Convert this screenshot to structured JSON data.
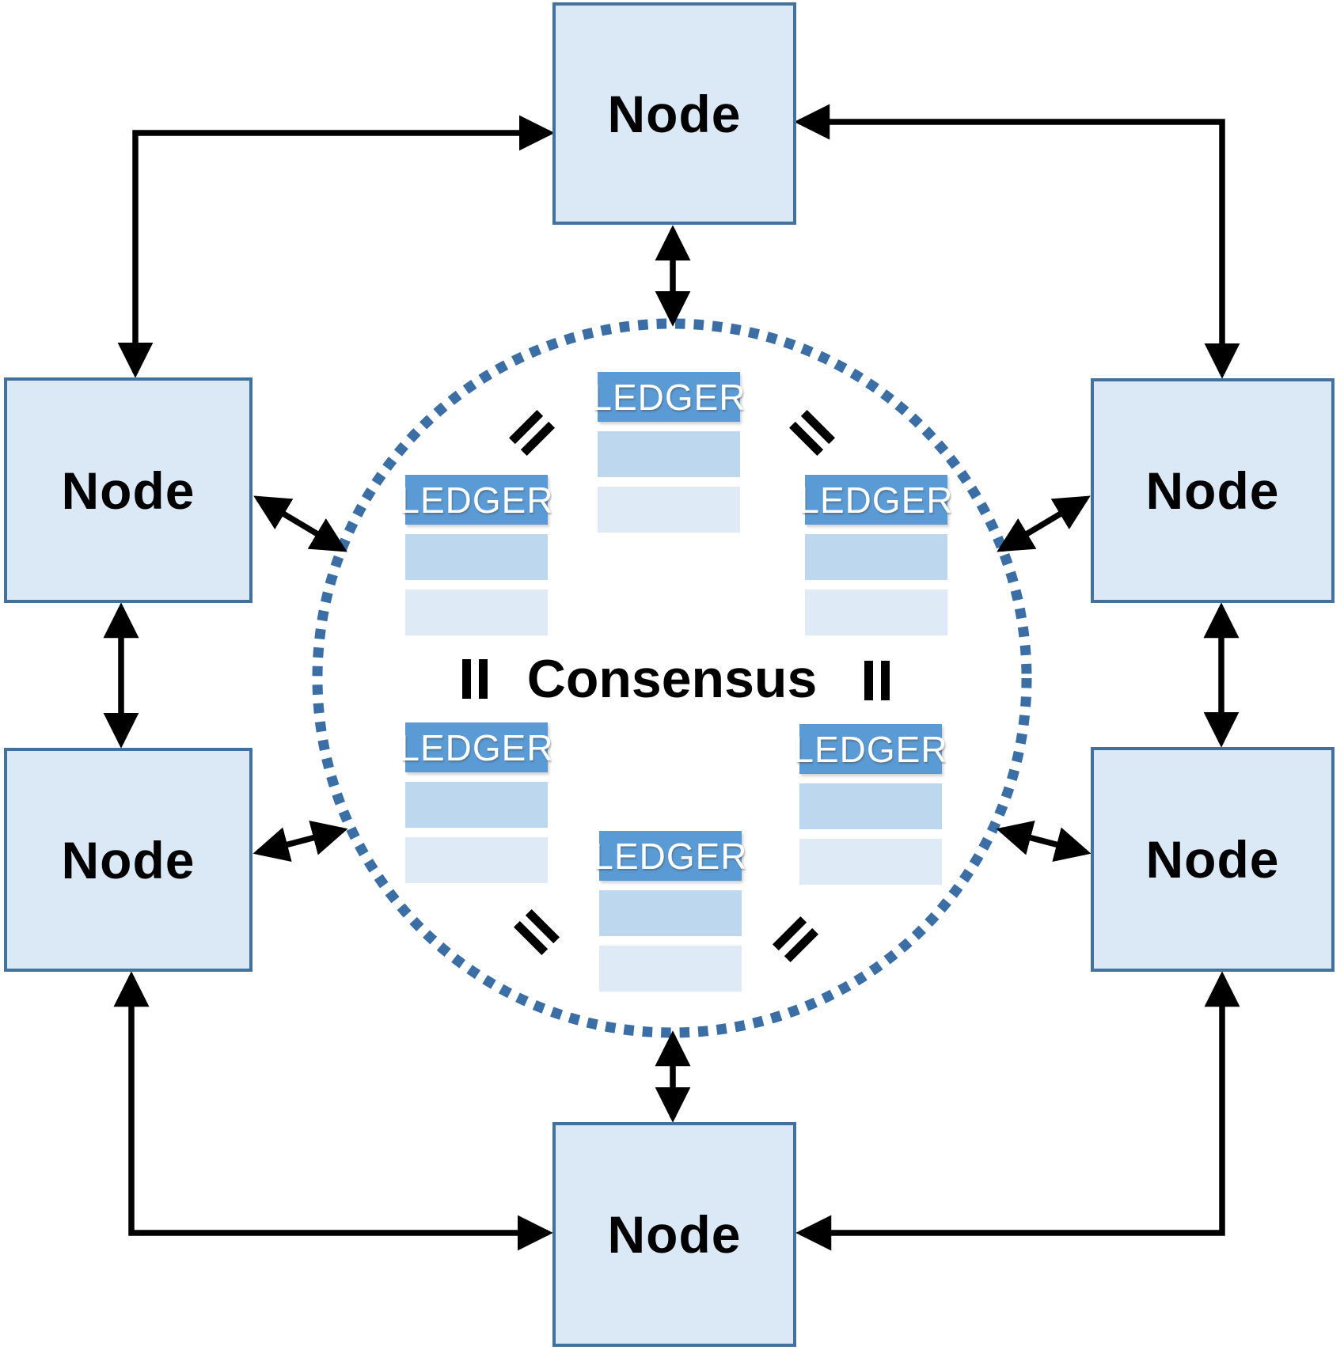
{
  "diagram": {
    "consensus_label": "Consensus",
    "nodes": [
      {
        "id": "node-top",
        "label": "Node"
      },
      {
        "id": "node-left-upper",
        "label": "Node"
      },
      {
        "id": "node-left-lower",
        "label": "Node"
      },
      {
        "id": "node-right-upper",
        "label": "Node"
      },
      {
        "id": "node-right-lower",
        "label": "Node"
      },
      {
        "id": "node-bottom",
        "label": "Node"
      }
    ],
    "ledgers": [
      {
        "id": "ledger-top",
        "label": "LEDGER",
        "rows": 2
      },
      {
        "id": "ledger-left-upper",
        "label": "LEDGER",
        "rows": 2
      },
      {
        "id": "ledger-right-upper",
        "label": "LEDGER",
        "rows": 2
      },
      {
        "id": "ledger-left-lower",
        "label": "LEDGER",
        "rows": 2
      },
      {
        "id": "ledger-right-lower",
        "label": "LEDGER",
        "rows": 2
      },
      {
        "id": "ledger-bottom",
        "label": "LEDGER",
        "rows": 2
      }
    ],
    "equivalence_marks": 6,
    "edges": [
      {
        "from": "node-left-upper",
        "to": "node-top",
        "style": "elbow",
        "bidirectional": true
      },
      {
        "from": "node-right-upper",
        "to": "node-top",
        "style": "elbow",
        "bidirectional": true
      },
      {
        "from": "node-left-upper",
        "to": "node-left-lower",
        "style": "straight",
        "bidirectional": true
      },
      {
        "from": "node-right-upper",
        "to": "node-right-lower",
        "style": "straight",
        "bidirectional": true
      },
      {
        "from": "node-left-lower",
        "to": "node-bottom",
        "style": "elbow",
        "bidirectional": true
      },
      {
        "from": "node-right-lower",
        "to": "node-bottom",
        "style": "elbow",
        "bidirectional": true
      },
      {
        "from": "node-top",
        "to": "consensus-ring",
        "style": "straight",
        "bidirectional": true
      },
      {
        "from": "node-bottom",
        "to": "consensus-ring",
        "style": "straight",
        "bidirectional": true
      },
      {
        "from": "node-left-upper",
        "to": "consensus-ring",
        "style": "straight",
        "bidirectional": true
      },
      {
        "from": "node-left-lower",
        "to": "consensus-ring",
        "style": "straight",
        "bidirectional": true
      },
      {
        "from": "node-right-upper",
        "to": "consensus-ring",
        "style": "straight",
        "bidirectional": true
      },
      {
        "from": "node-right-lower",
        "to": "consensus-ring",
        "style": "straight",
        "bidirectional": true
      }
    ],
    "colors": {
      "node_fill": "#dbe8f6",
      "node_border": "#41719c",
      "ledger_header_bg": "#5b9bd5",
      "ledger_header_text": "#ffffff",
      "ledger_row_primary": "#bdd7ee",
      "ledger_row_secondary": "#deebf7",
      "circle_dot": "#3a6ea5",
      "arrow": "#000000",
      "equals_glyph": "#000000",
      "text": "#000000"
    }
  }
}
